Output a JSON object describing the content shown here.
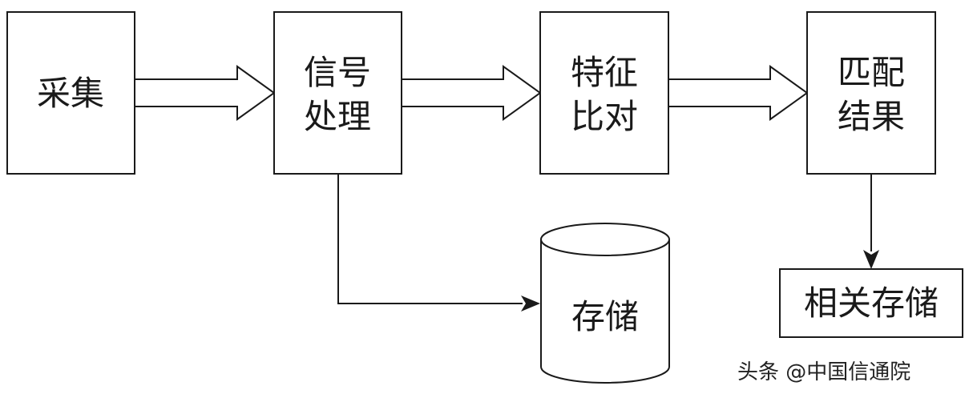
{
  "nodes": {
    "collect": {
      "lines": [
        "采集"
      ]
    },
    "signal_processing": {
      "lines": [
        "信号",
        "处理"
      ]
    },
    "feature_compare": {
      "lines": [
        "特征",
        "比对"
      ]
    },
    "match_result": {
      "lines": [
        "匹配",
        "结果"
      ]
    },
    "storage": {
      "lines": [
        "存储"
      ]
    },
    "related_storage": {
      "lines": [
        "相关存储"
      ]
    }
  },
  "watermark": "头条 @中国信通院"
}
